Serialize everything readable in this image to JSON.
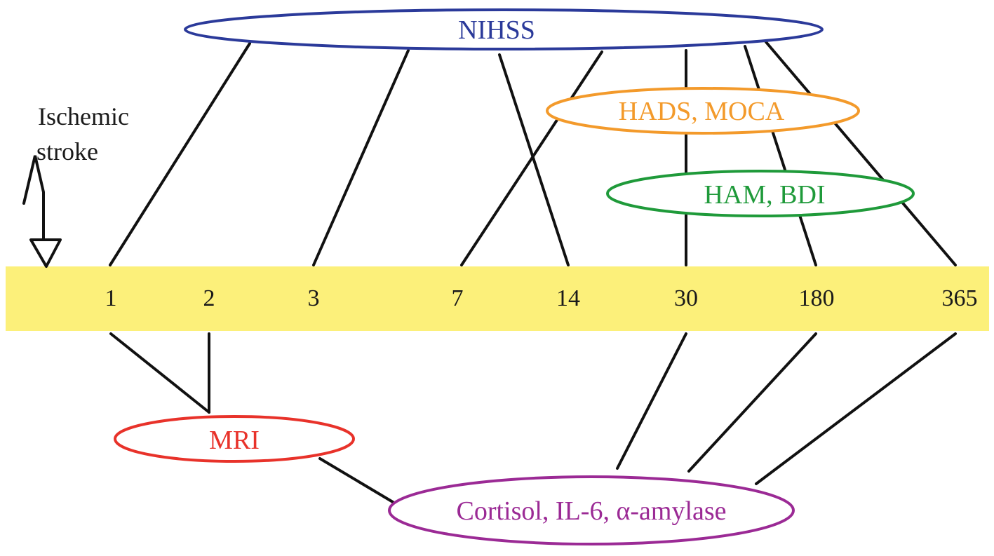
{
  "event_label": [
    "Ischemic",
    "stroke"
  ],
  "timeline": {
    "band_color": "#fcf07a",
    "days": [
      "1",
      "2",
      "3",
      "7",
      "14",
      "30",
      "180",
      "365"
    ]
  },
  "assessments": {
    "nihss": {
      "label": "NIHSS",
      "color": "#2b3a9a"
    },
    "hads": {
      "label": "HADS, MOCA",
      "color": "#f39a2b"
    },
    "ham": {
      "label": "HAM, BDI",
      "color": "#1f9a3a"
    },
    "mri": {
      "label": "MRI",
      "color": "#e8322a"
    },
    "cortisol": {
      "label": "Cortisol, IL-6, α-amylase",
      "color": "#9b2a95"
    }
  }
}
